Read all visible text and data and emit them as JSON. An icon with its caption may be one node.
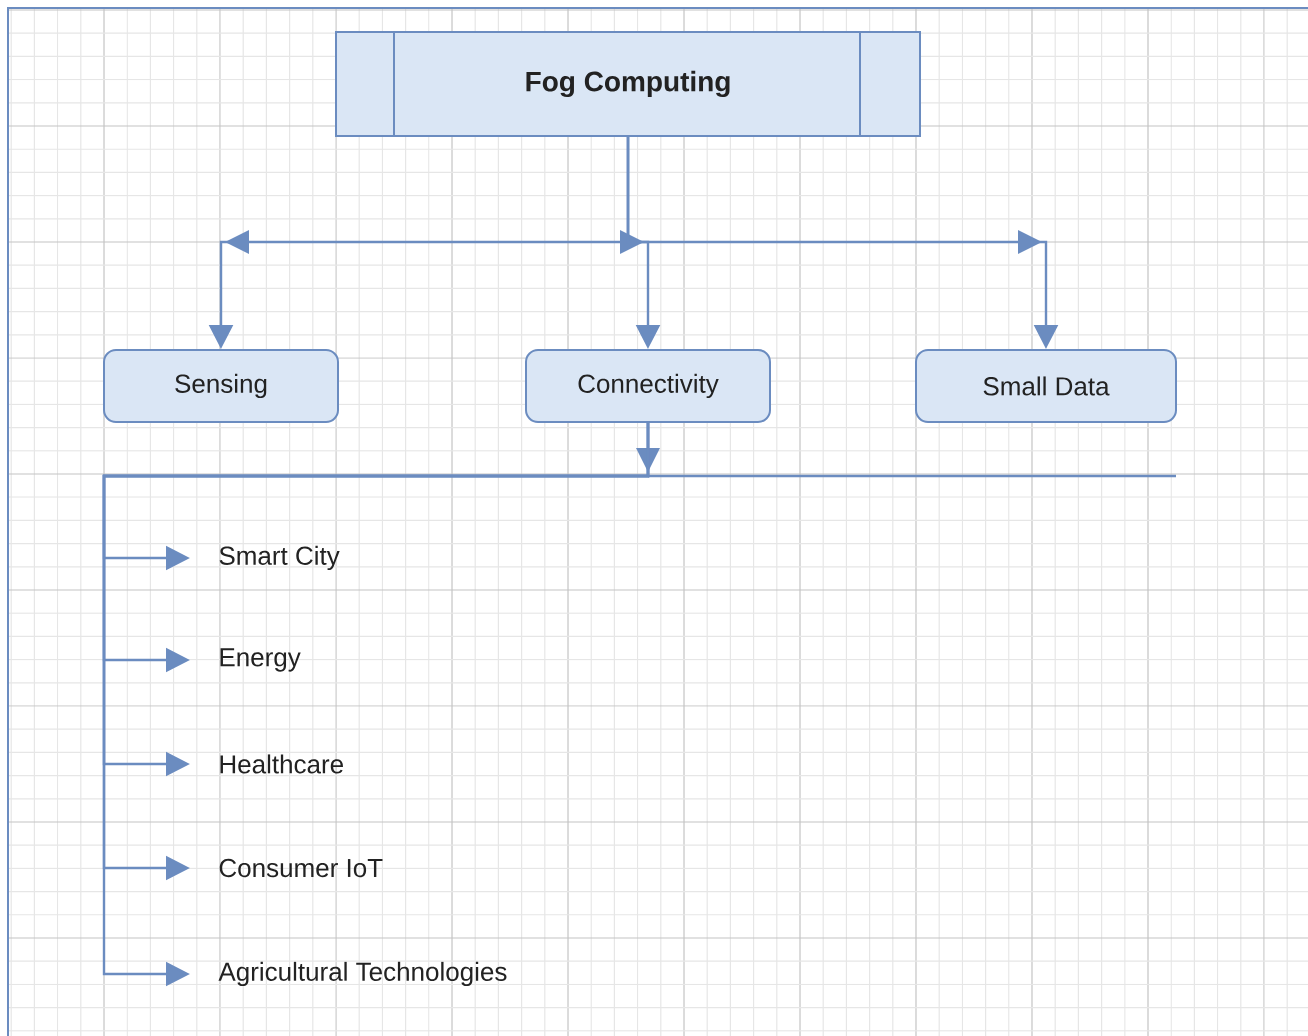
{
  "diagram": {
    "nodes": [
      {
        "text": [
          "Fog Computing"
        ]
      },
      {
        "text": [
          "Sensing"
        ]
      },
      {
        "text": [
          "Connectivity"
        ]
      },
      {
        "text": [
          "Small Data"
        ]
      },
      {
        "text": [
          "Smart City"
        ]
      },
      {
        "text": [
          "Energy"
        ]
      },
      {
        "text": [
          "Healthcare"
        ]
      },
      {
        "text": [
          "Consumer IoT"
        ]
      },
      {
        "text": [
          "Agricultural Technologies"
        ]
      }
    ],
    "edges": [
      {
        "from": 0,
        "to": 1,
        "arrow": "to"
      },
      {
        "from": 0,
        "to": 2,
        "arrow": "to"
      },
      {
        "from": 0,
        "to": 3,
        "arrow": "to"
      },
      {
        "from": 2,
        "to": 4,
        "arrow": "to"
      },
      {
        "from": 2,
        "to": 5,
        "arrow": "to"
      },
      {
        "from": 2,
        "to": 6,
        "arrow": "to"
      },
      {
        "from": 2,
        "to": 7,
        "arrow": "to"
      },
      {
        "from": 2,
        "to": 8,
        "arrow": "to"
      }
    ]
  }
}
